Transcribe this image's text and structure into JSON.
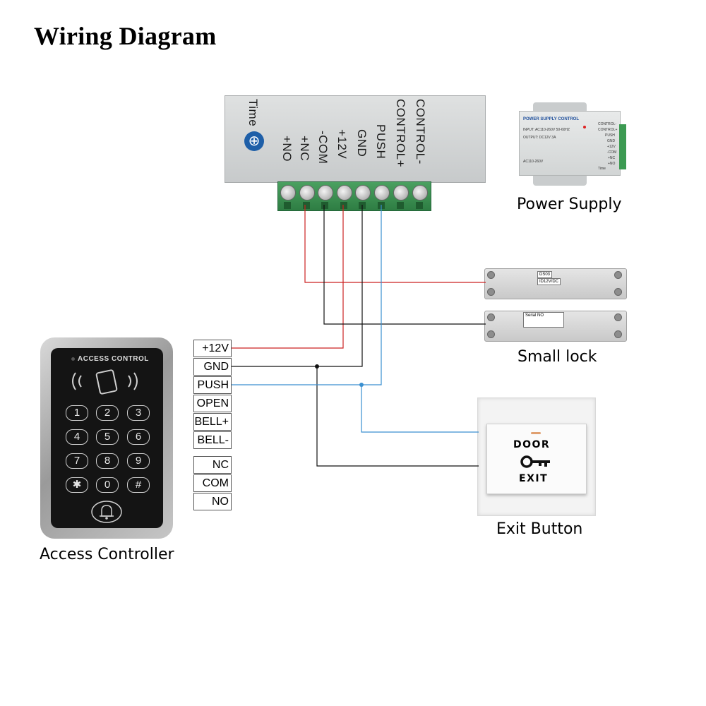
{
  "title": "Wiring Diagram",
  "captions": {
    "power_supply": "Power Supply",
    "small_lock": "Small lock",
    "exit_button": "Exit Button",
    "access_controller": "Access Controller"
  },
  "power_supply_labels": [
    "Time",
    "+NO",
    "+NC",
    "-COM",
    "+12V",
    "GND",
    "PUSH",
    "CONTROL+",
    "CONTROL-"
  ],
  "mini_power_supply": {
    "header": "POWER SUPPLY CONTROL",
    "input": "INPUT: AC110-260V 50-60HZ",
    "output": "OUTPUT: DC12V 3A",
    "model": "AC110-260V",
    "pins": [
      "CONTROL-",
      "CONTROL+",
      "PUSH",
      "GND",
      "+12V",
      "-COM",
      "+NC",
      "+NO"
    ],
    "time": "Time"
  },
  "locks": {
    "upper_label_1": "DS03",
    "upper_label_2": "ID12V/DC",
    "lower_serial": "Serial NO"
  },
  "access_controller": {
    "device_title": "ACCESS CONTROL",
    "keys": [
      "1",
      "2",
      "3",
      "4",
      "5",
      "6",
      "7",
      "8",
      "9",
      "✱",
      "0",
      "#"
    ],
    "terminals_top": [
      "+12V",
      "GND",
      "PUSH",
      "OPEN",
      "BELL+",
      "BELL-"
    ],
    "terminals_bottom": [
      "NC",
      "COM",
      "NO"
    ]
  },
  "exit_button_device": {
    "top_text": "DOOR",
    "bottom_text": "EXIT"
  },
  "wire_colors": {
    "plus12v": "#cc2222",
    "gnd": "#111111",
    "push": "#3a8fd0"
  }
}
